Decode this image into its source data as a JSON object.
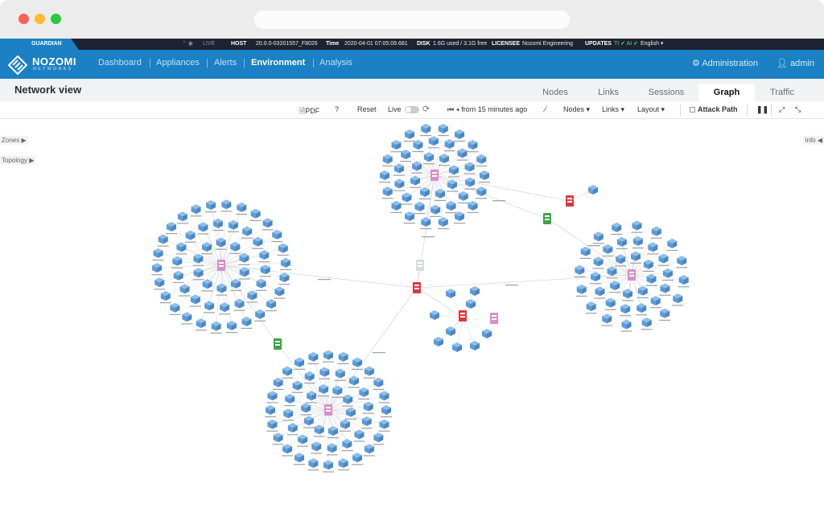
{
  "browser": {
    "url": ""
  },
  "status": {
    "product": "GUARDIAN",
    "live": "LIVE",
    "host_label": "HOST",
    "host_value": "20.0.0-03201557_F8026",
    "time_label": "Time",
    "time_value": "2020-04-01 07:05:09.681",
    "disk_label": "DISK",
    "disk_value": "1.6G used / 3.1G free",
    "licensee_label": "LICENSEE",
    "licensee_value": "Nozomi Engineering",
    "updates_label": "UPDATES",
    "updates_value": "TI ✔ AI ✔",
    "language": "English ▾"
  },
  "nav": {
    "logo": "NOZOMI",
    "logo_sub": "NETWORKS",
    "items": [
      "Dashboard",
      "Appliances",
      "Alerts",
      "Environment",
      "Analysis"
    ],
    "administration": "Administration",
    "user": "admin"
  },
  "page": {
    "title": "Network view",
    "tabs": [
      "Nodes",
      "Links",
      "Sessions",
      "Graph",
      "Traffic"
    ]
  },
  "toolbar": {
    "pdf": "PDF",
    "help": "?",
    "reset": "Reset",
    "live": "Live",
    "time_range": "from 15 minutes ago",
    "nodes": "Nodes ▾",
    "links": "Links ▾",
    "layout": "Layout ▾",
    "attack_path": "Attack Path"
  },
  "side": {
    "zones": "Zones ▶",
    "topology": "Topology ▶",
    "info": "Info ◀"
  },
  "colors": {
    "nav_blue": "#1b80c4",
    "status_bg": "#1d2330",
    "node_blue": "#5b9bd5",
    "hub_pink": "#d88fc8",
    "alert_red": "#e0363d",
    "ok_green": "#3aa645"
  }
}
